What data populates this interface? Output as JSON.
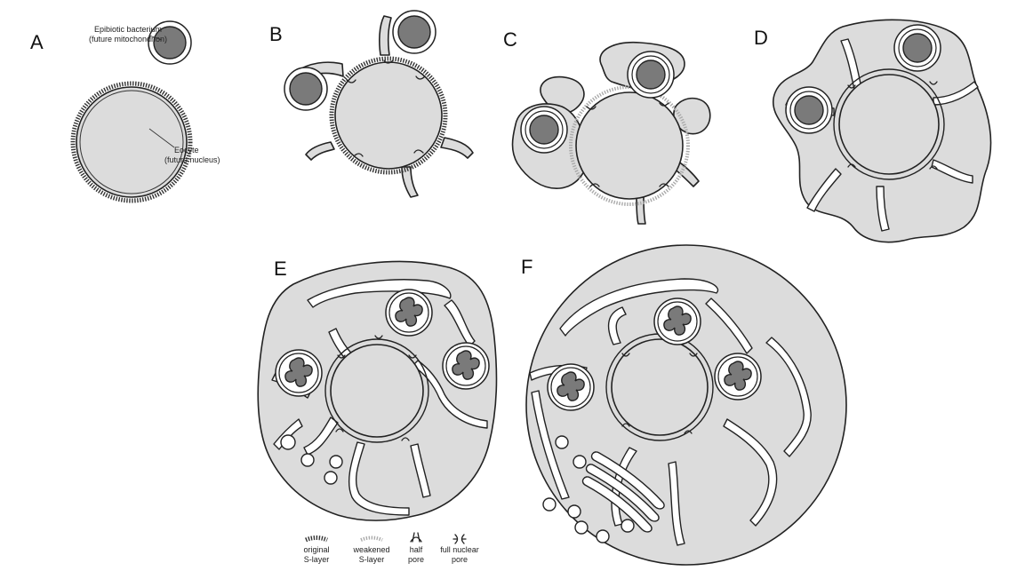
{
  "panels": {
    "a": "A",
    "b": "B",
    "c": "C",
    "d": "D",
    "e": "E",
    "f": "F"
  },
  "annotations": {
    "bacterium_line1": "Epibiotic bacterium",
    "bacterium_line2": "(future mitochondrion)",
    "eocyte_line1": "Eocyte",
    "eocyte_line2": "(future nucleus)"
  },
  "legend": [
    {
      "line1": "original",
      "line2": "S-layer"
    },
    {
      "line1": "weakened",
      "line2": "S-layer"
    },
    {
      "line1": "half",
      "line2": "pore"
    },
    {
      "line1": "full nuclear",
      "line2": "pore"
    }
  ],
  "colors": {
    "cytoplasm": "#dcdcdc",
    "mitochondrion_matrix": "#7a7a7a",
    "s_layer": "#333333",
    "weakened_s_layer": "#aaaaaa"
  }
}
